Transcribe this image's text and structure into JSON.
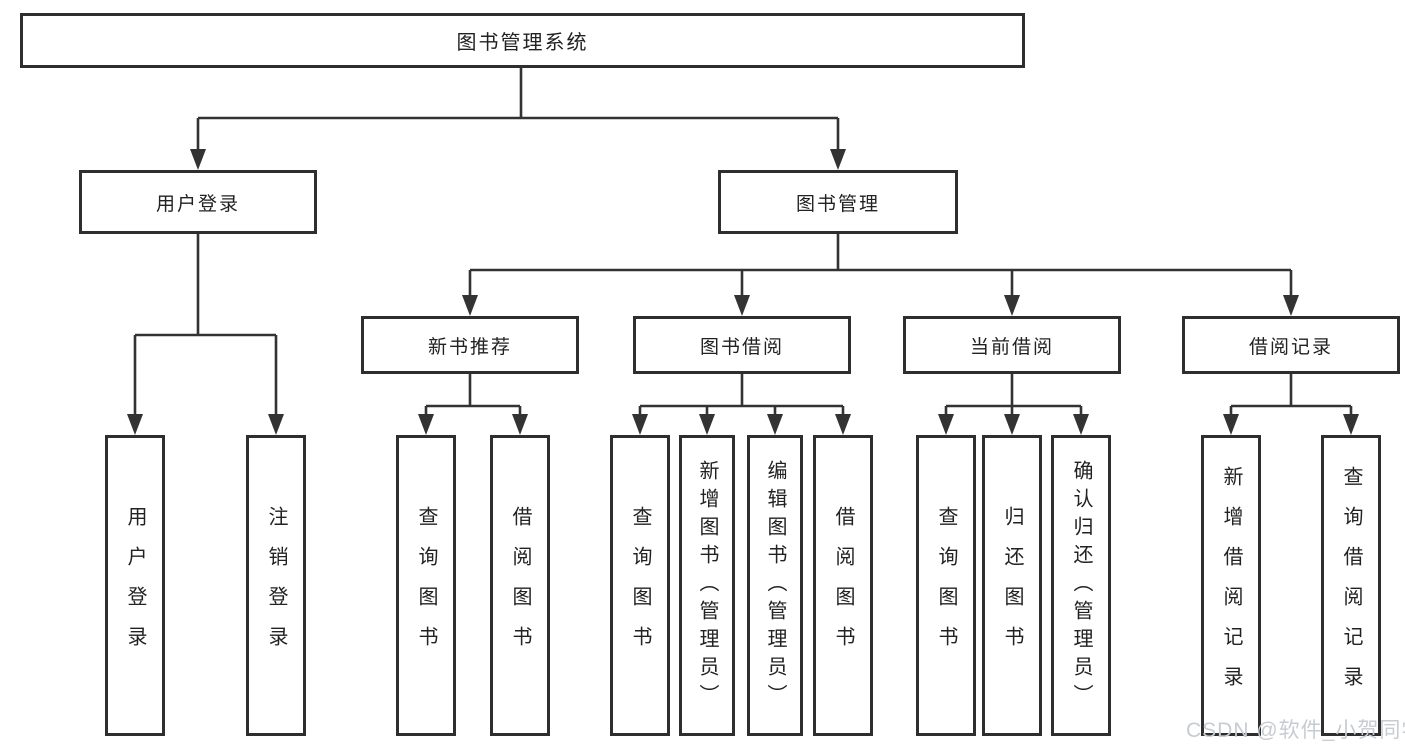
{
  "colors": {
    "line": "#333333",
    "box_border": "#2e2e2e",
    "text": "#222222",
    "background": "#ffffff",
    "watermark": "#c7ccd1"
  },
  "watermark": {
    "text": "CSDN @软件_小贺同学"
  },
  "tree": {
    "root": {
      "label": "图书管理系统"
    },
    "branches": [
      {
        "label": "用户登录",
        "children": [
          {
            "label": "用户登录"
          },
          {
            "label": "注销登录"
          }
        ]
      },
      {
        "label": "图书管理",
        "sections": [
          {
            "label": "新书推荐",
            "children": [
              {
                "label": "查询图书"
              },
              {
                "label": "借阅图书"
              }
            ]
          },
          {
            "label": "图书借阅",
            "children": [
              {
                "label": "查询图书"
              },
              {
                "label": "新增图书（管理员）"
              },
              {
                "label": "编辑图书（管理员）"
              },
              {
                "label": "借阅图书"
              }
            ]
          },
          {
            "label": "当前借阅",
            "children": [
              {
                "label": "查询图书"
              },
              {
                "label": "归还图书"
              },
              {
                "label": "确认归还（管理员）"
              }
            ]
          },
          {
            "label": "借阅记录",
            "children": [
              {
                "label": "新增借阅记录"
              },
              {
                "label": "查询借阅记录"
              }
            ]
          }
        ]
      }
    ]
  }
}
